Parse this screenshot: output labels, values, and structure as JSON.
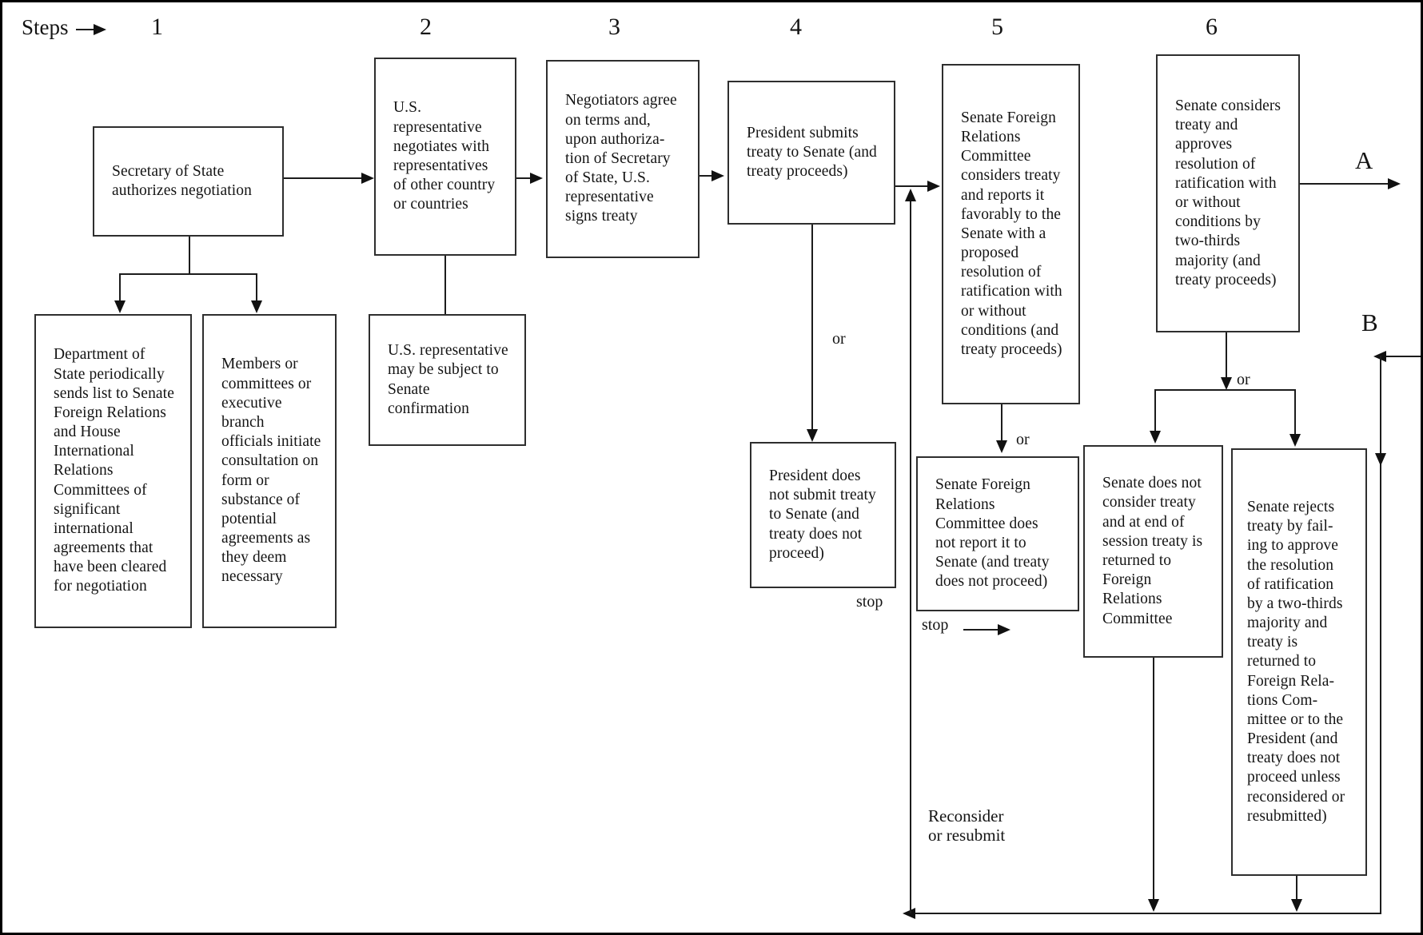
{
  "header": {
    "steps_label": "Steps",
    "step_numbers": [
      "1",
      "2",
      "3",
      "4",
      "5",
      "6"
    ]
  },
  "boxes": {
    "b1": {
      "text": "Secretary of State\nauthorizes negotiation"
    },
    "b1a": {
      "text": "Department of\nState periodically\nsends list to Senate\nForeign Relations\nand House\nInternational\nRelations\nCommittees of\nsignificant\ninternational\nagreements that\nhave been cleared\nfor negotiation"
    },
    "b1b": {
      "text": "Members or\ncommittees or\nexecutive branch\nofficials initiate\nconsultation on\nform or\nsubstance of\npotential\nagreements as\nthey deem\nnecessary"
    },
    "b2": {
      "text": "U.S.\nrepresentative\nnegotiates with\nrepresentatives\nof other country\nor countries"
    },
    "b2a": {
      "text": "U.S. representative\nmay be subject to\nSenate\nconfirmation"
    },
    "b3": {
      "text": "Negotiators agree\non terms and,\nupon authoriza-\ntion of Secretary\nof State, U.S.\nrepresentative\nsigns treaty"
    },
    "b4": {
      "text": "President submits\ntreaty to Senate (and\ntreaty proceeds)"
    },
    "b4a": {
      "text": "President does\nnot submit treaty\nto Senate (and\ntreaty does not\nproceed)"
    },
    "b5": {
      "text": "Senate Foreign\nRelations\nCommittee\nconsiders treaty\nand reports it\nfavorably to the\nSenate with a\nproposed\nresolution of\nratification with\nor without\nconditions (and\ntreaty proceeds)"
    },
    "b5a": {
      "text": "Senate Foreign\nRelations\nCommittee does\nnot report it to\nSenate (and treaty\ndoes not proceed)"
    },
    "b5b": {
      "text": "Senate does not\nconsider treaty\nand at end of\nsession treaty is\nreturned to\nForeign\nRelations\nCommittee"
    },
    "b6": {
      "text": "Senate considers\ntreaty and\napproves\nresolution of\nratification with\nor without\nconditions by\ntwo-thirds\nmajority (and\ntreaty proceeds)"
    },
    "b6b": {
      "text": "Senate rejects\ntreaty by fail-\ning to approve\nthe resolution\nof ratification\nby a two-thirds\nmajority and\ntreaty is\nreturned to\nForeign Rela-\ntions Com-\nmittee or to the\nPresident (and\ntreaty does not\nproceed unless\nreconsidered or\nresubmitted)"
    }
  },
  "labels": {
    "or_after_4": "or",
    "or_after_5": "or",
    "or_after_6": "or",
    "stop_4": "stop",
    "stop_5": "stop",
    "connector_a": "A",
    "connector_b": "B",
    "reconsider": "Reconsider\nor resubmit"
  },
  "colors": {
    "background": "#ffffff",
    "line": "#1c1c1c",
    "box_border": "#2e2e2e",
    "text": "#141414"
  }
}
